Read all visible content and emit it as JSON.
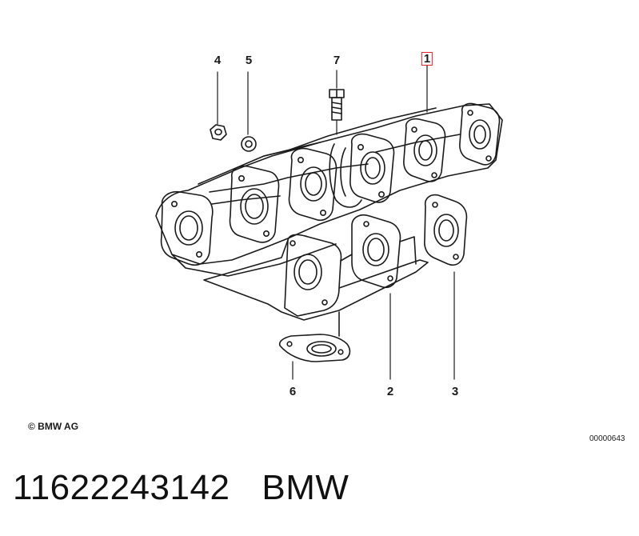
{
  "callouts": [
    {
      "label": "4",
      "part": "nut"
    },
    {
      "label": "5",
      "part": "washer"
    },
    {
      "label": "7",
      "part": "bolt"
    },
    {
      "label": "1",
      "part": "exhaust-manifold",
      "highlighted": true
    },
    {
      "label": "6",
      "part": "flange-gasket"
    },
    {
      "label": "2",
      "part": "heat-shield"
    },
    {
      "label": "3",
      "part": "port-gasket"
    }
  ],
  "copyright": "© BMW AG",
  "diagram_id": "00000643",
  "caption": {
    "part_number": "11622243142",
    "brand": "BMW"
  },
  "colors": {
    "line": "#1a1a1a",
    "highlight": "#e0202a",
    "background": "#ffffff"
  }
}
